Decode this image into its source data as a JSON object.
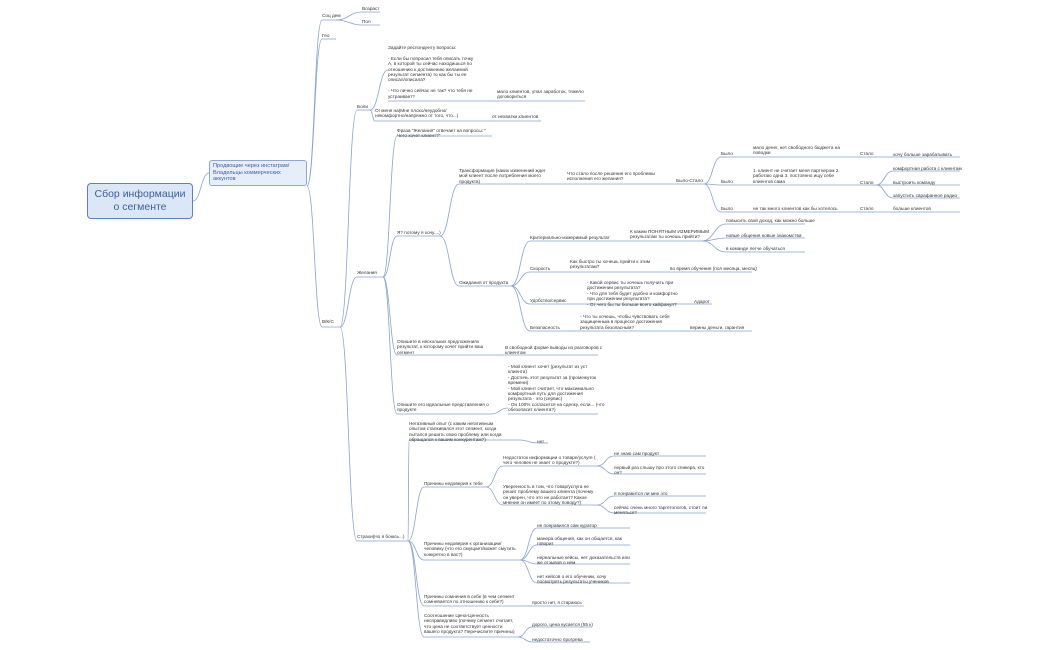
{
  "root": {
    "title": "Сбор информации\nо сегменте"
  },
  "main": {
    "title": "Продвощие через инстаграм/\nВладельцы коммерческих\nаккунтов"
  },
  "branch": {
    "socdem": "Соц дем",
    "age": "Возраст",
    "sex": "Пол",
    "geo": "Гео",
    "boli": "Боли",
    "vkus": "В/К/С",
    "zhelaniya": "Желания",
    "strahi": "Страхи(Но я боюсь...)"
  },
  "boli": {
    "q1": "Задайте респонденту вопросы:\n\n- Если бы попросил тебя описать точку\nА, в которой ты сейчас находишься по\nотношению к достижению желаемой\nрезультат сегмента) то как бы ты ее\nописал/описала?\n\n- Что лично сейчас не так? что тебя не\nустраивает?",
    "a1": "мало клиентов, упал заработок, тяжело\nдоговориться",
    "q2": "О! меня на(Мне плохо/неудобно/\nнекомфортно/напряжно от того, что...)",
    "a2": "от нехватки клиентов"
  },
  "zhelaniya": {
    "fraza": "Фраза \"Желания\" отвечает на вопросы: \"\nЧего хочет клиент?\"",
    "ia": "Я? потому я хочу....)",
    "transform": "Трансформация (каких изменений ждет\nмой клиент после потребления моего\nпродукта)",
    "chto_stalo": "Что стало после решения его проблемы\nисполнения его желания?",
    "bylo_stalo": "Было-Стало",
    "bylo": "Было",
    "stalo": "Стало",
    "b1": "мало денег, нет свободного бюджета на\nповодки",
    "s1": "хочу больше зарабатывать",
    "b2": "1. клиент не считает меня партнером 2.\nработаю одна 3. постоянно ищу себе\nклиентов сама",
    "s2a": "комфортная работа с клиентам",
    "s2b": "выстроить команду",
    "s2c": "запустить сарафанное радио",
    "b3": "не так много клиентов как бы хотелось",
    "s3": "больше клиентов",
    "ozhid": "Ожидания от продукта",
    "kriterii": "Критериально-измеримый результат",
    "k_q": "К каким ПОНЯТНЫМ ИЗМЕРИМЫМ\nрезультатам ты хочешь прийти?",
    "k1": "повысить свой доход, как можно больше",
    "k2": "новые общения новые знакомства",
    "k3": "в команде легче обучаться",
    "skorost": "Скорость",
    "sk_q": "Как быстро ты хочешь прийти к этим\nрезультатам?",
    "sk_a": "во время обучения (пол месяца, месяц)",
    "udobstvo": "Удобство/сервис",
    "ud_q": "- Какой сервис ты хочешь получить при\nдостижении результата?\n- Что для тебя будет удобно и комфортно\nпри достижении результата?\n- От чего бы ты больше всего кайфанул?",
    "ud_a": "Адарот",
    "bezop": "Безопасность",
    "bz_q": "- Что ты хочешь, чтобы чувствовать себя\nзащищенным в процессе достижения\nрезультата безопасным?",
    "bz_a": "верины деньги, гарантия",
    "neskolko": "Опишите в нескольких предложениях\nрезультат, к которому хочет прийти ваш\nсегмент",
    "neskolko_a": "В свободной форме выводы из разговоров с\nклиентом",
    "ideal": "Опишите его идеальные представления о\nпродукте",
    "ideal_a": "- Мой клиент хочет (результат из уст\nклиента)\n- Достичь этот результат за (промежуток\nвремени)\n- Мой клиент считает, что максимально\nкомфортный путь для достижения\nрезультата - это (сервис)\n- Он 100% согласится на сделку, если... (что\nобезопасит клиента?)"
  },
  "strahi": {
    "negativ": "Негативный опыт (с каким негативным\nопытом сталкивался этот сегмент, когда\nпытался решить свою проблему или когда\nобращался к вашим конкурентам?)",
    "negativ_a": "нет",
    "nedov_tebe": "Причины недоверия к тебе",
    "ned_info": "Недостаток информации о товаре/услуге (\nчего человек не знает о продукте?)",
    "ni1": "не знаю сам продукт",
    "ni2": "первый раз слышу про этого спикера, кто\nон?",
    "uveren": "Уверенность в том, что товар/услуга не\nрешит проблему вашего клиента (почему\nон уверен, что это не работает? Какое\nмнение он имеет по этому поводу?)",
    "uv1": "я понравится ли мне это",
    "uv2": "сейчас очень много таргетологов, стоит ли\nменяться?",
    "nedov_org": "Причины недоверия к организации/\nчеловеку (что его смущает/может смутить\nконкретно в вас?)",
    "no1": "не понравился сам куратор",
    "no2": "манера общения, как он общается, как\nговорит",
    "no3": "нереальные кейсы, нет доказательств или\nже отзывов о нем",
    "no4": "нет кейсов о его обучении, хочу\nпосмотреть результаты учеников",
    "somnenie": "Причины сомнения в себе (в чем сегмент\nсомневается по отношению к себе?)",
    "somnenie_a": "просто нет, я стараюсь",
    "cena": "Соотношение Цена-Ценность\nнесправедливо (почему сегмент считает,\nчто цена не соответствует ценности\nвашего продукта? Перечислите причины)",
    "c1": "дорого, цена кусается (55 к)",
    "c2": "недостаточно прогрева"
  },
  "colors": {
    "link": "#8aa3c9",
    "root_border": "#5b7ec4",
    "root_fill": "#dbe6f7",
    "text": "#333333"
  }
}
